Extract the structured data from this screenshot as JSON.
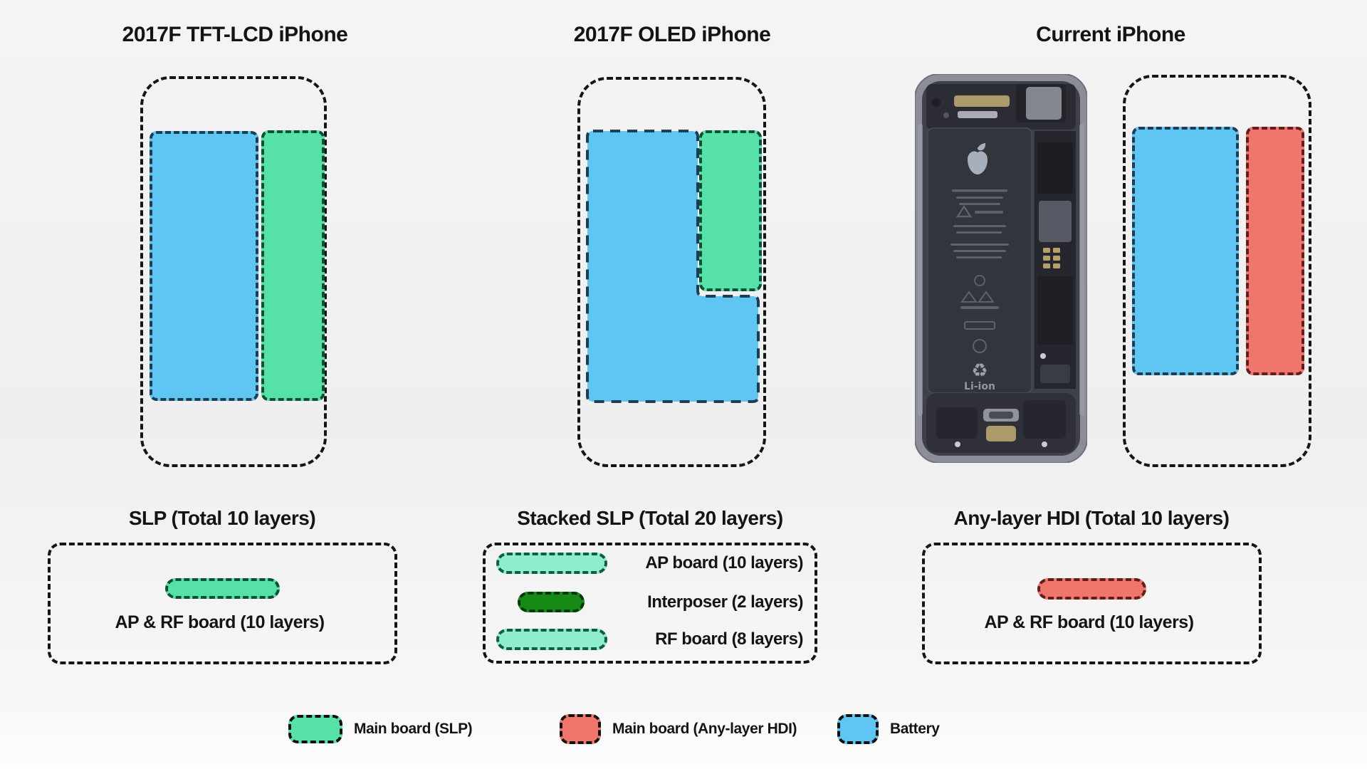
{
  "columns": [
    {
      "title": "2017F TFT-LCD iPhone"
    },
    {
      "title": "2017F OLED iPhone"
    },
    {
      "title": "Current iPhone"
    }
  ],
  "photo": {
    "battery_chemistry": "Li-ion",
    "recycle_symbol": "♻"
  },
  "panels": [
    {
      "title": "SLP (Total 10 layers)",
      "rows": [
        {
          "label": "AP & RF board (10 layers)"
        }
      ]
    },
    {
      "title": "Stacked SLP (Total 20 layers)",
      "rows": [
        {
          "label": "AP board (10 layers)"
        },
        {
          "label": "Interposer (2 layers)"
        },
        {
          "label": "RF board (8 layers)"
        }
      ]
    },
    {
      "title": "Any-layer HDI (Total 10 layers)",
      "rows": [
        {
          "label": "AP & RF board (10 layers)"
        }
      ]
    }
  ],
  "legend": [
    {
      "label": "Main board (SLP)"
    },
    {
      "label": "Main board (Any-layer HDI)"
    },
    {
      "label": "Battery"
    }
  ],
  "colors": {
    "battery_blue": "#5fc5f3",
    "main_board_slp_green": "#56e1a8",
    "stacked_pill_mint": "#8feccd",
    "interposer_green": "#168a16",
    "main_board_hdi_red": "#f0756d",
    "outline_black": "#151515",
    "text": "#141414"
  }
}
